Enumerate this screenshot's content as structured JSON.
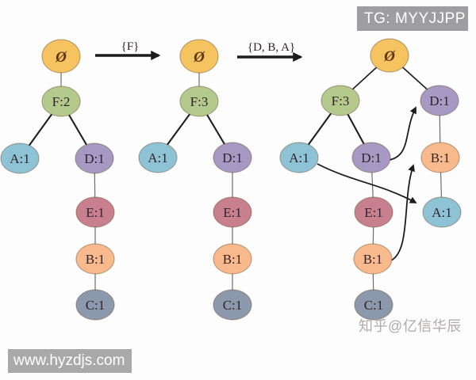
{
  "badge": {
    "text": "TG: MYYJJPP"
  },
  "watermarks": {
    "left": "www.hyzdjs.com",
    "right": "知乎@亿信华辰"
  },
  "transitions": [
    {
      "label": "{F}"
    },
    {
      "label": "{D, B, A}"
    }
  ],
  "colors": {
    "root": "#f5c360",
    "F": "#b4c98c",
    "A": "#8ec3d6",
    "D": "#a699c3",
    "E": "#c8808e",
    "B": "#f8ba8c",
    "C": "#8c99ad",
    "label": "#33232b",
    "root_glyph": "#5f3317",
    "badge_bg": "#9e9ea0",
    "watermark_bg": "#a9a9a9"
  },
  "trees": [
    {
      "step": "initial tree after first transactions",
      "nodes": {
        "root": "Ø",
        "f": "F:2",
        "a": "A:1",
        "d": "D:1",
        "e": "E:1",
        "b": "B:1",
        "c": "C:1"
      }
    },
    {
      "step": "after inserting {F}",
      "nodes": {
        "root": "Ø",
        "f": "F:3",
        "a": "A:1",
        "d": "D:1",
        "e": "E:1",
        "b": "B:1",
        "c": "C:1"
      }
    },
    {
      "step": "after inserting {D, B, A} with node-links",
      "nodes": {
        "root": "Ø",
        "f": "F:3",
        "a": "A:1",
        "d": "D:1",
        "e": "E:1",
        "b": "B:1",
        "c": "C:1",
        "d2": "D:1",
        "b2": "B:1",
        "a2": "A:1"
      }
    }
  ]
}
